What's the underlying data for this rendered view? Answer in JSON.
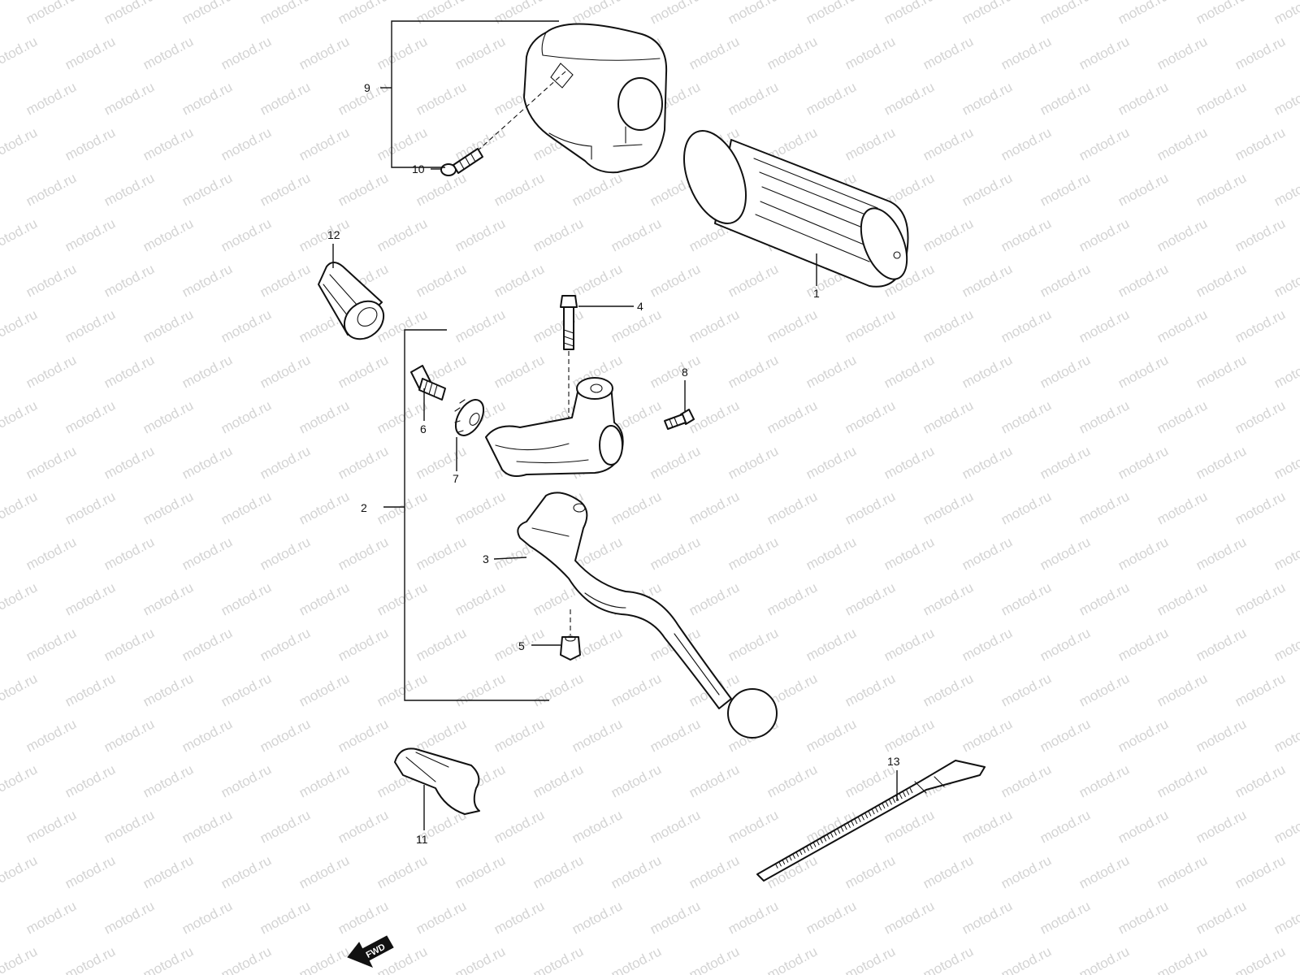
{
  "watermark": {
    "text": "motod.ru",
    "color": "#d3d3d3"
  },
  "callouts": [
    {
      "id": "1",
      "label": "1"
    },
    {
      "id": "2",
      "label": "2"
    },
    {
      "id": "3",
      "label": "3"
    },
    {
      "id": "4",
      "label": "4"
    },
    {
      "id": "5",
      "label": "5"
    },
    {
      "id": "6",
      "label": "6"
    },
    {
      "id": "7",
      "label": "7"
    },
    {
      "id": "8",
      "label": "8"
    },
    {
      "id": "9",
      "label": "9"
    },
    {
      "id": "10",
      "label": "10"
    },
    {
      "id": "11",
      "label": "11"
    },
    {
      "id": "12",
      "label": "12"
    },
    {
      "id": "13",
      "label": "13"
    }
  ],
  "fwd_arrow": {
    "label": "FWD"
  },
  "parts": [
    {
      "callout": "1",
      "icon": "handlebar-grip-icon"
    },
    {
      "callout": "2",
      "icon": "lever-assembly-bracket-icon"
    },
    {
      "callout": "3",
      "icon": "clutch-lever-icon"
    },
    {
      "callout": "4",
      "icon": "pivot-bolt-icon"
    },
    {
      "callout": "5",
      "icon": "nut-icon"
    },
    {
      "callout": "6",
      "icon": "adjuster-bolt-icon"
    },
    {
      "callout": "7",
      "icon": "lock-nut-icon"
    },
    {
      "callout": "8",
      "icon": "screw-icon"
    },
    {
      "callout": "9",
      "icon": "switch-housing-icon"
    },
    {
      "callout": "10",
      "icon": "housing-screw-icon"
    },
    {
      "callout": "11",
      "icon": "lever-cover-icon"
    },
    {
      "callout": "12",
      "icon": "cable-boot-icon"
    },
    {
      "callout": "13",
      "icon": "cable-tie-icon"
    }
  ]
}
